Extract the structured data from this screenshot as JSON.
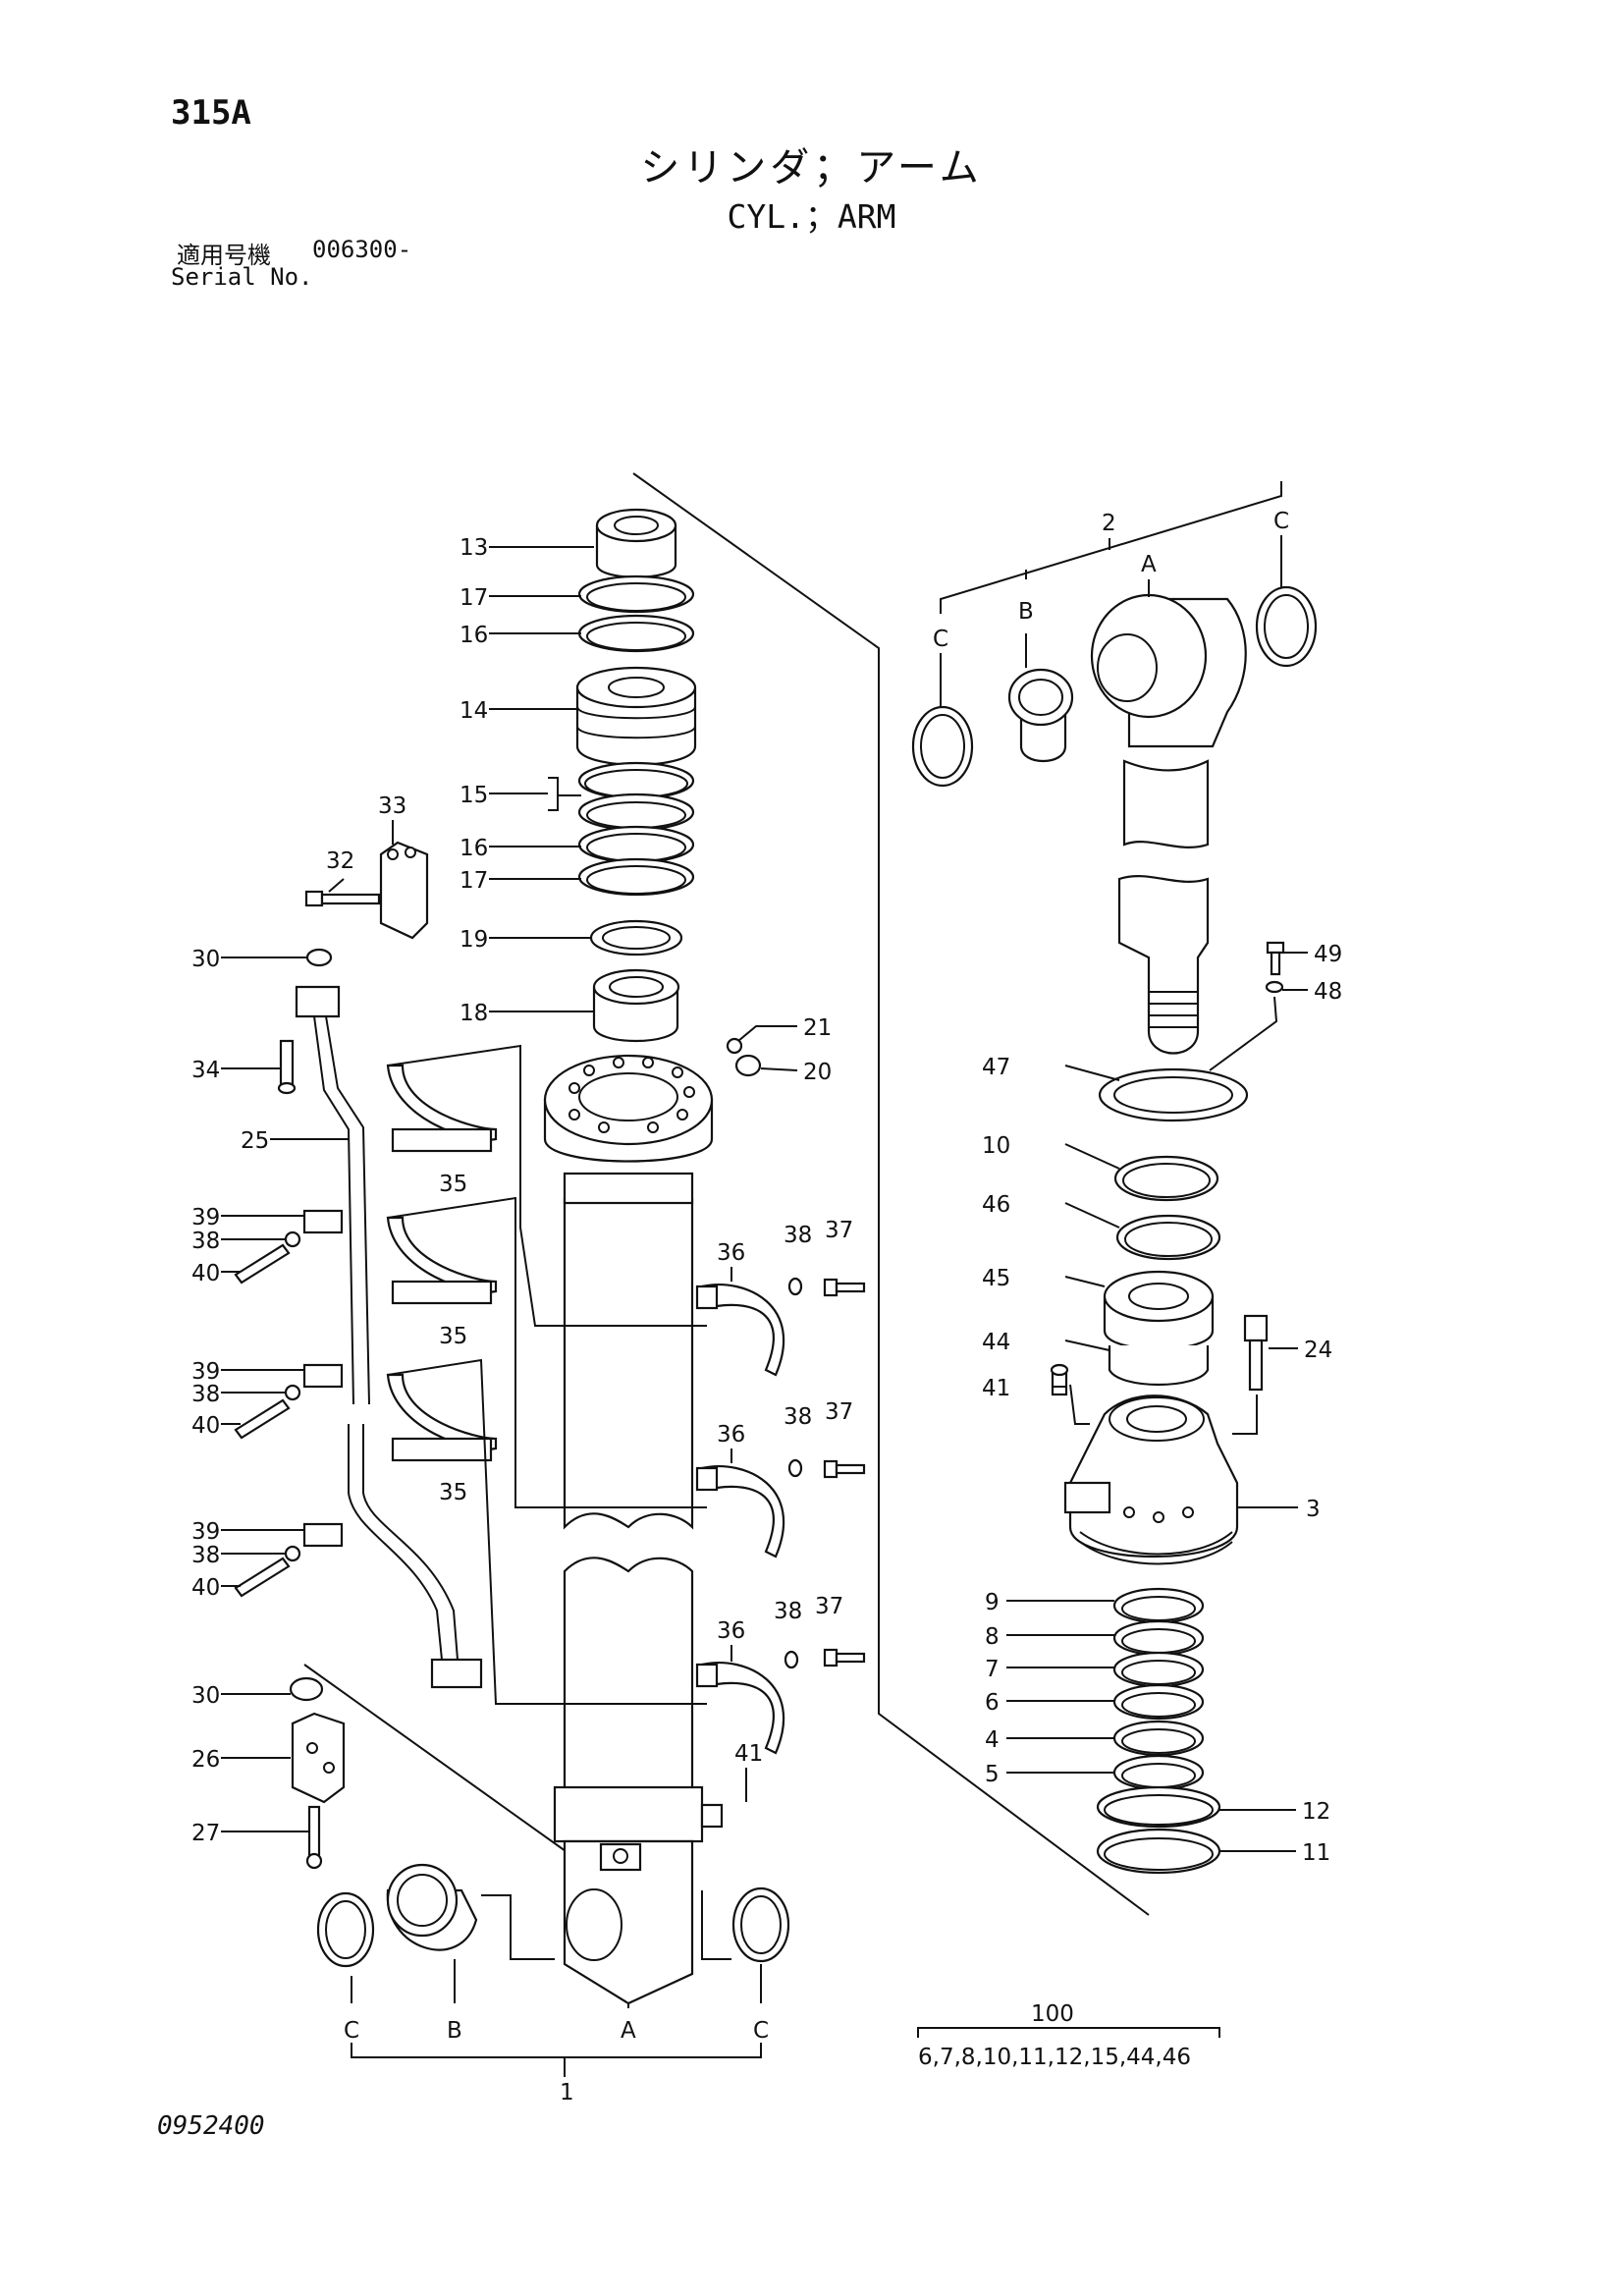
{
  "header": {
    "page_code": "315A",
    "title_jp": "シリンダ；アーム",
    "title_en": "CYL.；ARM",
    "serial_label_jp": "適用号機",
    "serial_value": "006300-",
    "serial_label_en": "Serial No."
  },
  "footer": {
    "drawing_number": "0952400"
  },
  "diagram": {
    "callouts": [
      {
        "id": "c13",
        "text": "13"
      },
      {
        "id": "c17a",
        "text": "17"
      },
      {
        "id": "c16a",
        "text": "16"
      },
      {
        "id": "c14",
        "text": "14"
      },
      {
        "id": "c15",
        "text": "15"
      },
      {
        "id": "c16b",
        "text": "16"
      },
      {
        "id": "c17b",
        "text": "17"
      },
      {
        "id": "c19",
        "text": "19"
      },
      {
        "id": "c18",
        "text": "18"
      },
      {
        "id": "c21",
        "text": "21"
      },
      {
        "id": "c20",
        "text": "20"
      },
      {
        "id": "c33",
        "text": "33"
      },
      {
        "id": "c32",
        "text": "32"
      },
      {
        "id": "c30a",
        "text": "30"
      },
      {
        "id": "c34",
        "text": "34"
      },
      {
        "id": "c25",
        "text": "25"
      },
      {
        "id": "c35a",
        "text": "35"
      },
      {
        "id": "c35b",
        "text": "35"
      },
      {
        "id": "c35c",
        "text": "35"
      },
      {
        "id": "c39a",
        "text": "39"
      },
      {
        "id": "c38a",
        "text": "38"
      },
      {
        "id": "c40a",
        "text": "40"
      },
      {
        "id": "c39b",
        "text": "39"
      },
      {
        "id": "c38b",
        "text": "38"
      },
      {
        "id": "c40b",
        "text": "40"
      },
      {
        "id": "c39c",
        "text": "39"
      },
      {
        "id": "c38c",
        "text": "38"
      },
      {
        "id": "c40c",
        "text": "40"
      },
      {
        "id": "c36a",
        "text": "36"
      },
      {
        "id": "c38d",
        "text": "38"
      },
      {
        "id": "c37a",
        "text": "37"
      },
      {
        "id": "c36b",
        "text": "36"
      },
      {
        "id": "c38e",
        "text": "38"
      },
      {
        "id": "c37b",
        "text": "37"
      },
      {
        "id": "c36c",
        "text": "36"
      },
      {
        "id": "c38f",
        "text": "38"
      },
      {
        "id": "c37c",
        "text": "37"
      },
      {
        "id": "c30b",
        "text": "30"
      },
      {
        "id": "c26",
        "text": "26"
      },
      {
        "id": "c27",
        "text": "27"
      },
      {
        "id": "c41a",
        "text": "41"
      },
      {
        "id": "c2",
        "text": "2"
      },
      {
        "id": "cCr1",
        "text": "C"
      },
      {
        "id": "cAr",
        "text": "A"
      },
      {
        "id": "cBr",
        "text": "B"
      },
      {
        "id": "cCr2",
        "text": "C"
      },
      {
        "id": "c49",
        "text": "49"
      },
      {
        "id": "c48",
        "text": "48"
      },
      {
        "id": "c47",
        "text": "47"
      },
      {
        "id": "c10",
        "text": "10"
      },
      {
        "id": "c46",
        "text": "46"
      },
      {
        "id": "c45",
        "text": "45"
      },
      {
        "id": "c44",
        "text": "44"
      },
      {
        "id": "c24",
        "text": "24"
      },
      {
        "id": "c41b",
        "text": "41"
      },
      {
        "id": "c3",
        "text": "3"
      },
      {
        "id": "c9",
        "text": "9"
      },
      {
        "id": "c8",
        "text": "8"
      },
      {
        "id": "c7",
        "text": "7"
      },
      {
        "id": "c6",
        "text": "6"
      },
      {
        "id": "c4",
        "text": "4"
      },
      {
        "id": "c5",
        "text": "5"
      },
      {
        "id": "c12",
        "text": "12"
      },
      {
        "id": "c11",
        "text": "11"
      },
      {
        "id": "cCb1",
        "text": "C"
      },
      {
        "id": "cBb",
        "text": "B"
      },
      {
        "id": "cAb",
        "text": "A"
      },
      {
        "id": "cCb2",
        "text": "C"
      },
      {
        "id": "c1",
        "text": "1"
      },
      {
        "id": "c100",
        "text": "100"
      }
    ],
    "kit_100_contents": "6,7,8,10,11,12,15,44,46"
  }
}
